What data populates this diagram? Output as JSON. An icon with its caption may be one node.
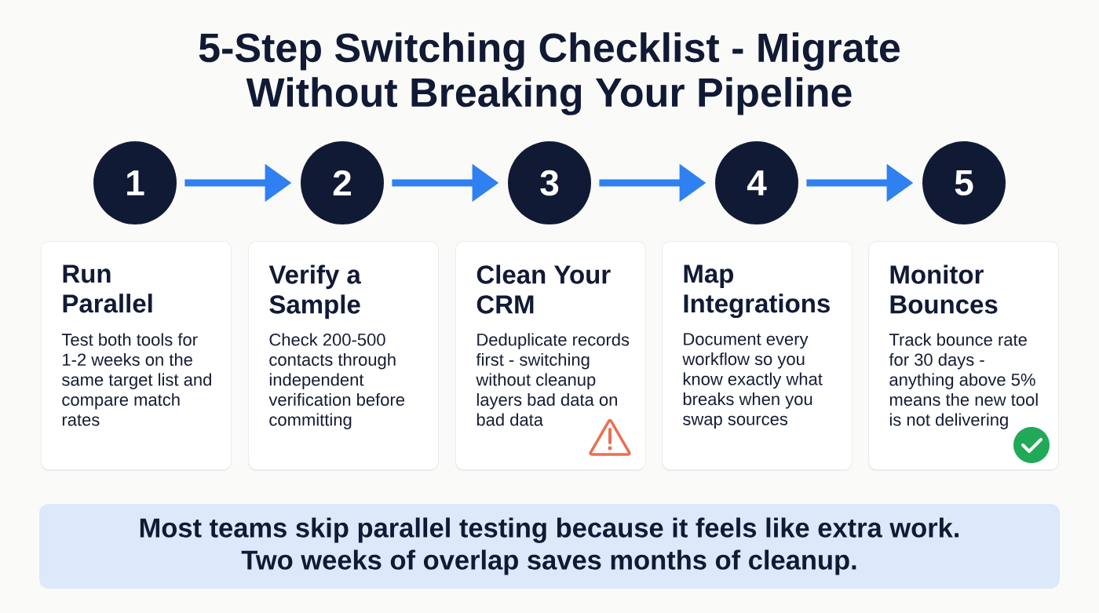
{
  "diagram": {
    "title": "5-Step Switching Checklist - Migrate Without Breaking Your Pipeline",
    "nodes": [
      {
        "text": [
          "1"
        ]
      },
      {
        "text": [
          "2"
        ]
      },
      {
        "text": [
          "3"
        ]
      },
      {
        "text": [
          "4"
        ]
      },
      {
        "text": [
          "5"
        ]
      },
      {
        "text": [
          "Run Parallel",
          "Test both tools for 1-2 weeks on the same target list and compare match rates"
        ]
      },
      {
        "text": [
          "Verify a Sample",
          "Check 200-500 contacts through independent verification before committing"
        ]
      },
      {
        "text": [
          "Clean Your CRM",
          "Deduplicate records first - switching without cleanup layers bad data on bad data"
        ]
      },
      {
        "text": [
          "Map Integrations",
          "Document every workflow so you know exactly what breaks when you swap sources"
        ]
      },
      {
        "text": [
          "Monitor Bounces",
          "Track bounce rate for 30 days - anything above 5% means the new tool is not delivering"
        ]
      },
      {
        "text": [
          "Most teams skip parallel testing because it feels like extra work. Two weeks of overlap saves months of cleanup."
        ]
      }
    ],
    "edges": [
      {
        "from": 0,
        "to": 1,
        "arrow": "to"
      },
      {
        "from": 1,
        "to": 2,
        "arrow": "to"
      },
      {
        "from": 2,
        "to": 3,
        "arrow": "to"
      },
      {
        "from": 3,
        "to": 4,
        "arrow": "to"
      }
    ]
  }
}
